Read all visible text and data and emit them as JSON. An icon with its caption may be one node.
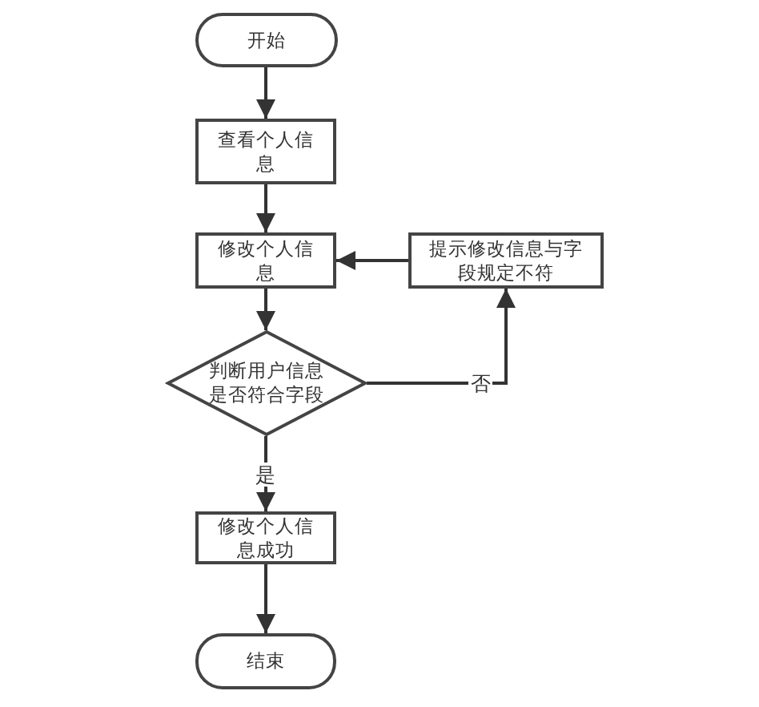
{
  "diagram": {
    "nodes": [
      {
        "text": [
          "开始"
        ]
      },
      {
        "text": [
          "查看个人信息"
        ]
      },
      {
        "text": [
          "修改个人信息"
        ]
      },
      {
        "text": [
          "提示修改信息与字段规定不符"
        ]
      },
      {
        "text": [
          "判断用户信息是否符合字段"
        ]
      },
      {
        "text": [
          "修改个人信息成功"
        ]
      },
      {
        "text": [
          "结束"
        ]
      }
    ],
    "edges": [
      {
        "from": 0,
        "to": 1,
        "arrow": "to"
      },
      {
        "from": 1,
        "to": 2,
        "arrow": "to"
      },
      {
        "from": 2,
        "to": 4,
        "arrow": "to"
      },
      {
        "from": 4,
        "to": 3,
        "arrow": "to",
        "label": "否"
      },
      {
        "from": 3,
        "to": 2,
        "arrow": "to"
      },
      {
        "from": 4,
        "to": 5,
        "arrow": "to",
        "label": "是"
      },
      {
        "from": 5,
        "to": 6,
        "arrow": "to"
      }
    ]
  }
}
